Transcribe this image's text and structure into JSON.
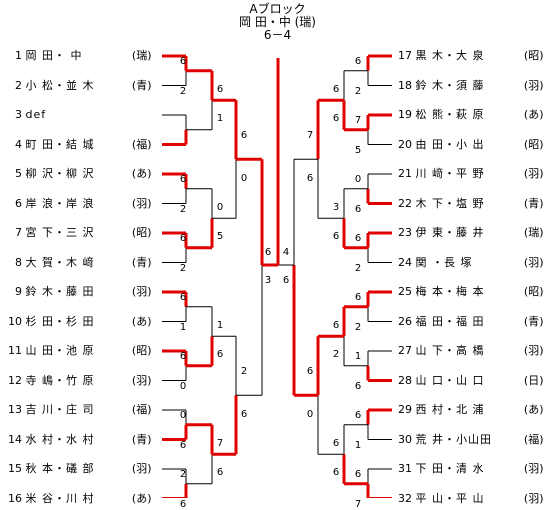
{
  "header": {
    "block": "Aブロック",
    "final_pair": "岡 田・中 (瑞)",
    "final_score": "6－4"
  },
  "left": [
    {
      "seed": "1",
      "name": "岡 田・ 中",
      "club": "(瑞)"
    },
    {
      "seed": "2",
      "name": "小 松・並 木",
      "club": "(青)"
    },
    {
      "seed": "3",
      "name": "def",
      "club": ""
    },
    {
      "seed": "4",
      "name": "町 田・結 城",
      "club": "(福)"
    },
    {
      "seed": "5",
      "name": "柳 沢・柳 沢",
      "club": "(あ)"
    },
    {
      "seed": "6",
      "name": "岸 浪・岸 浪",
      "club": "(羽)"
    },
    {
      "seed": "7",
      "name": "宮 下・三 沢",
      "club": "(昭)"
    },
    {
      "seed": "8",
      "name": "大 賀・木 﨑",
      "club": "(青)"
    },
    {
      "seed": "9",
      "name": "鈴 木・藤 田",
      "club": "(羽)"
    },
    {
      "seed": "10",
      "name": "杉 田・杉 田",
      "club": "(あ)"
    },
    {
      "seed": "11",
      "name": "山 田・池 原",
      "club": "(昭)"
    },
    {
      "seed": "12",
      "name": "寺 嶋・竹 原",
      "club": "(羽)"
    },
    {
      "seed": "13",
      "name": "吉 川・庄 司",
      "club": "(福)"
    },
    {
      "seed": "14",
      "name": "水 村・水 村",
      "club": "(青)"
    },
    {
      "seed": "15",
      "name": "秋 本・礒 部",
      "club": "(羽)"
    },
    {
      "seed": "16",
      "name": "米 谷・川 村",
      "club": "(あ)"
    }
  ],
  "right": [
    {
      "seed": "17",
      "name": "黒 木・大 泉",
      "club": "(昭)"
    },
    {
      "seed": "18",
      "name": "鈴 木・須 藤",
      "club": "(羽)"
    },
    {
      "seed": "19",
      "name": "松 熊・萩 原",
      "club": "(あ)"
    },
    {
      "seed": "20",
      "name": "由 田・小 出",
      "club": "(昭)"
    },
    {
      "seed": "21",
      "name": "川 﨑・平 野",
      "club": "(羽)"
    },
    {
      "seed": "22",
      "name": "木 下・塩 野",
      "club": "(青)"
    },
    {
      "seed": "23",
      "name": "伊 東・藤 井",
      "club": "(瑞)"
    },
    {
      "seed": "24",
      "name": "関 ・長 塚",
      "club": "(羽)"
    },
    {
      "seed": "25",
      "name": "梅 本・梅 本",
      "club": "(昭)"
    },
    {
      "seed": "26",
      "name": "福 田・福 田",
      "club": "(青)"
    },
    {
      "seed": "27",
      "name": "山 下・高 橋",
      "club": "(羽)"
    },
    {
      "seed": "28",
      "name": "山 口・山 口",
      "club": "(日)"
    },
    {
      "seed": "29",
      "name": "西 村・北 浦",
      "club": "(あ)"
    },
    {
      "seed": "30",
      "name": "荒 井・小山田",
      "club": "(福)"
    },
    {
      "seed": "31",
      "name": "下 田・清 水",
      "club": "(羽)"
    },
    {
      "seed": "32",
      "name": "平 山・平 山",
      "club": "(羽)"
    }
  ],
  "scores": {
    "left_r1": [
      [
        "6",
        "2"
      ],
      [
        "",
        ""
      ],
      [
        "6",
        "2"
      ],
      [
        "6",
        "2"
      ],
      [
        "6",
        "1"
      ],
      [
        "6",
        "0"
      ],
      [
        "0",
        "6"
      ],
      [
        "2",
        "6"
      ]
    ],
    "left_r2": [
      [
        "6",
        "1"
      ],
      [
        "0",
        "5"
      ],
      [
        "1",
        "6"
      ],
      [
        "7",
        "6"
      ]
    ],
    "left_r3": [
      [
        "6",
        "0"
      ],
      [
        "2",
        "6"
      ]
    ],
    "left_r4": [
      "6",
      "3"
    ],
    "right_r1": [
      [
        "6",
        "2"
      ],
      [
        "7",
        "5"
      ],
      [
        "0",
        "6"
      ],
      [
        "6",
        "2"
      ],
      [
        "6",
        "2"
      ],
      [
        "1",
        "6"
      ],
      [
        "6",
        "1"
      ],
      [
        "6",
        "7"
      ]
    ],
    "right_r2": [
      [
        "6",
        "6"
      ],
      [
        "3",
        "6"
      ],
      [
        "6",
        "2"
      ],
      [
        "6",
        "6"
      ]
    ],
    "right_r3": [
      [
        "7",
        "6"
      ],
      [
        "6",
        "0"
      ]
    ],
    "right_r4": [
      "4",
      "6"
    ]
  },
  "colors": {
    "winner_line": "#e00000",
    "line": "#000000"
  }
}
